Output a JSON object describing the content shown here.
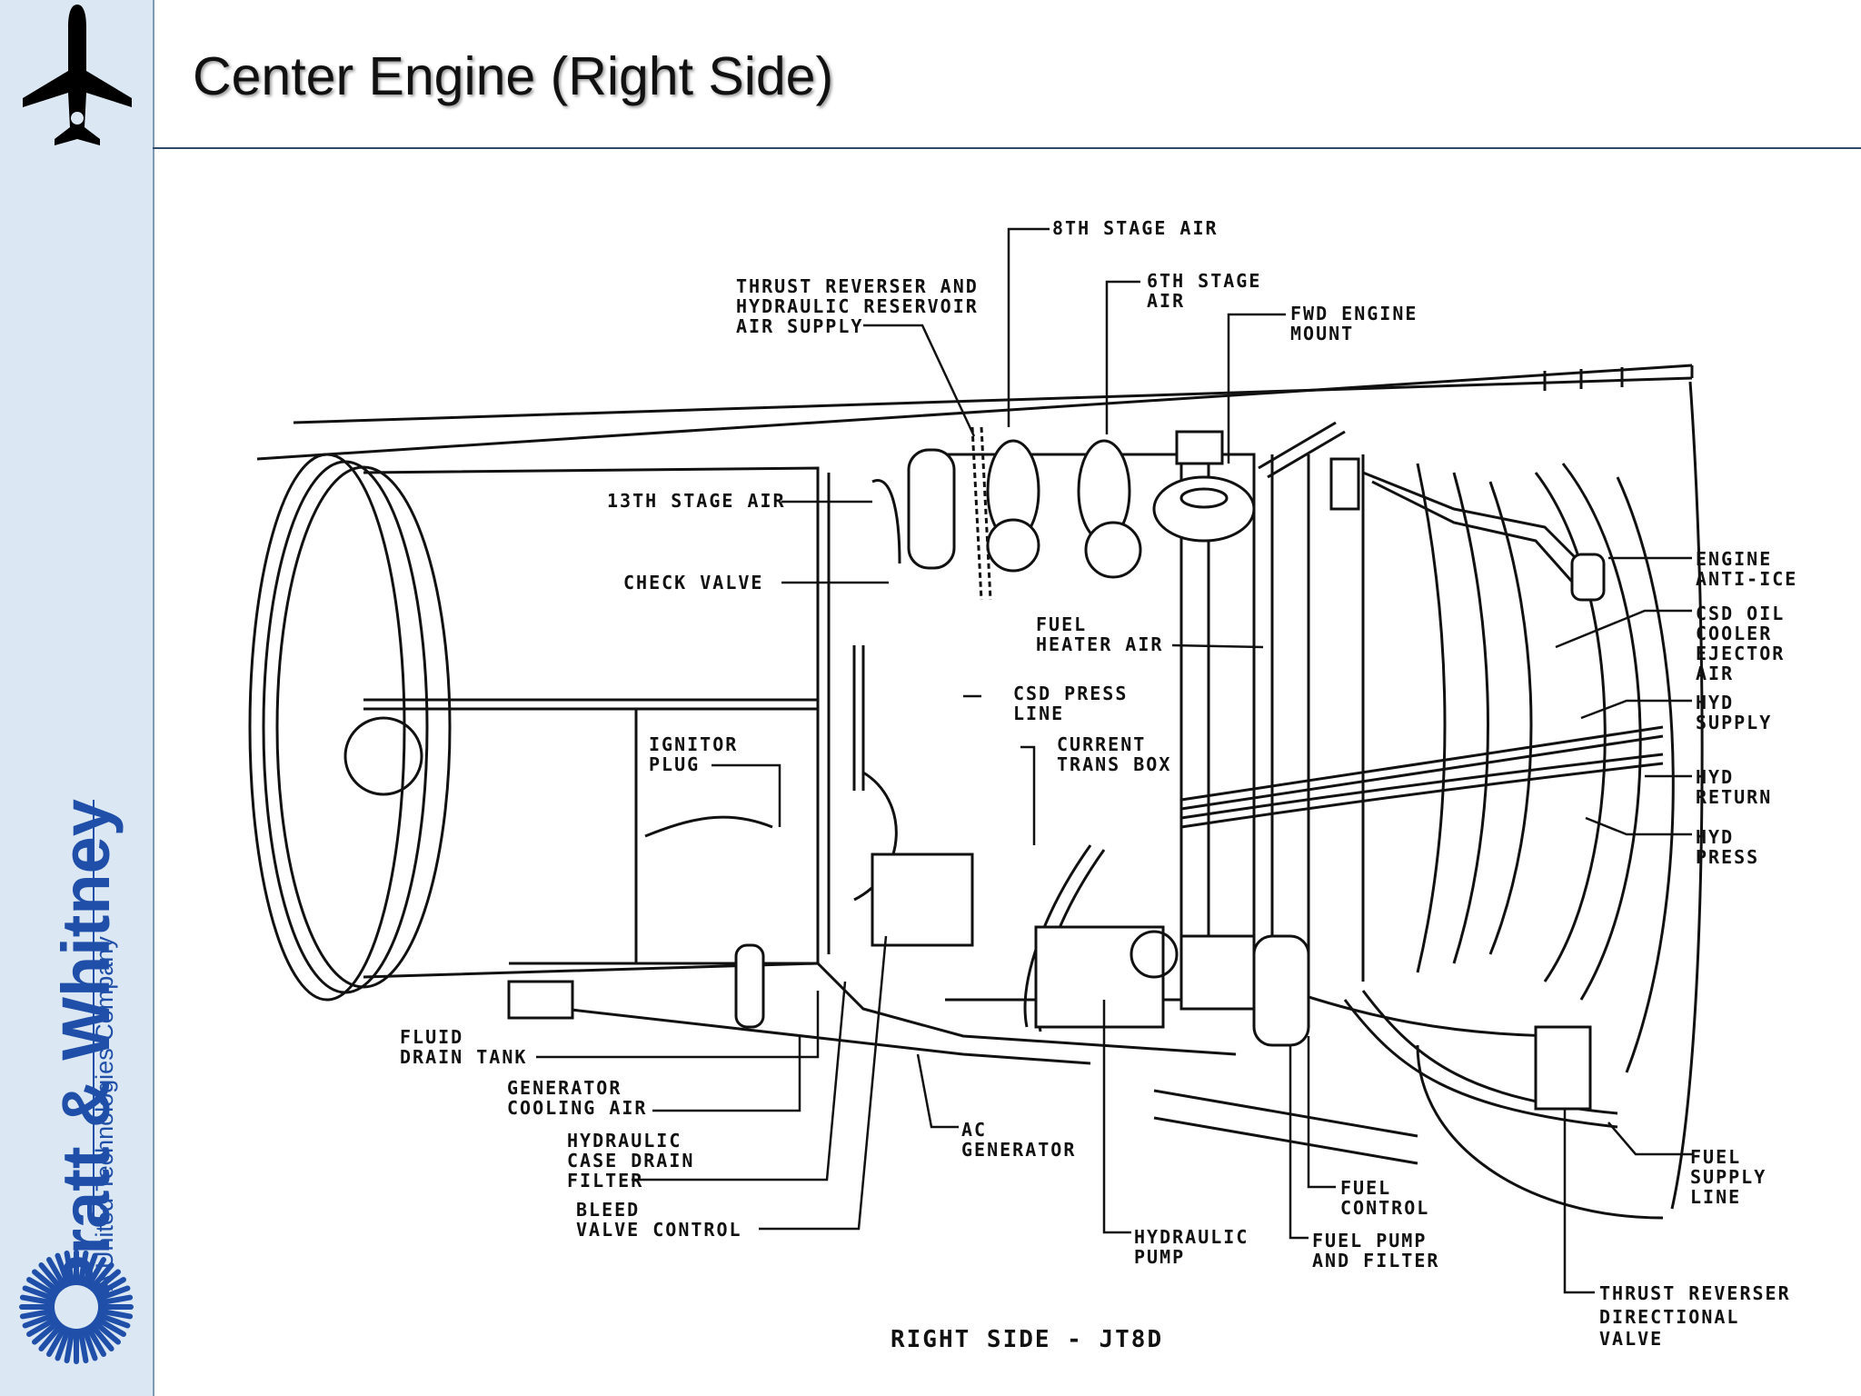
{
  "slide": {
    "title": "Center Engine (Right Side)"
  },
  "branding": {
    "company": "Pratt & Whitney",
    "tagline": "A United Technologies Company",
    "brand_color": "#1f4fa8",
    "sidebar_color": "#dbe7f2",
    "icons": [
      "airplane-icon",
      "pw-eagle-logo"
    ]
  },
  "diagram": {
    "caption": "RIGHT SIDE - JT8D",
    "labels": {
      "stage8": [
        "8TH STAGE AIR"
      ],
      "thrust_rev_air": [
        "THRUST REVERSER AND",
        "HYDRAULIC RESERVOIR",
        "AIR SUPPLY"
      ],
      "stage6": [
        "6TH STAGE",
        "AIR"
      ],
      "fwd_mount": [
        "FWD ENGINE",
        "MOUNT"
      ],
      "stage13": [
        "13TH STAGE AIR"
      ],
      "check_valve": [
        "CHECK VALVE"
      ],
      "fuel_heater": [
        "FUEL",
        "HEATER AIR"
      ],
      "csd_press": [
        "CSD PRESS",
        "LINE"
      ],
      "ignitor": [
        "IGNITOR",
        "PLUG"
      ],
      "current_trans": [
        "CURRENT",
        "TRANS BOX"
      ],
      "engine_anti_ice": [
        "ENGINE",
        "ANTI-ICE"
      ],
      "csd_oil": [
        "CSD OIL",
        "COOLER",
        "EJECTOR",
        "AIR"
      ],
      "hyd_supply": [
        "HYD",
        "SUPPLY"
      ],
      "hyd_return": [
        "HYD",
        "RETURN"
      ],
      "hyd_press": [
        "HYD",
        "PRESS"
      ],
      "fluid_drain": [
        "FLUID",
        "DRAIN TANK"
      ],
      "gen_cooling": [
        "GENERATOR",
        "COOLING AIR"
      ],
      "hyd_case": [
        "HYDRAULIC",
        "CASE DRAIN",
        "FILTER"
      ],
      "bleed_valve": [
        "BLEED",
        "VALVE CONTROL"
      ],
      "ac_gen": [
        "AC",
        "GENERATOR"
      ],
      "fuel_supply": [
        "FUEL",
        "SUPPLY",
        "LINE"
      ],
      "fuel_control": [
        "FUEL",
        "CONTROL"
      ],
      "hyd_pump": [
        "HYDRAULIC",
        "PUMP"
      ],
      "fuel_pump": [
        "FUEL PUMP",
        "AND FILTER"
      ],
      "thrust_rev_valve": [
        "THRUST REVERSER",
        "DIRECTIONAL",
        "VALVE"
      ]
    }
  }
}
